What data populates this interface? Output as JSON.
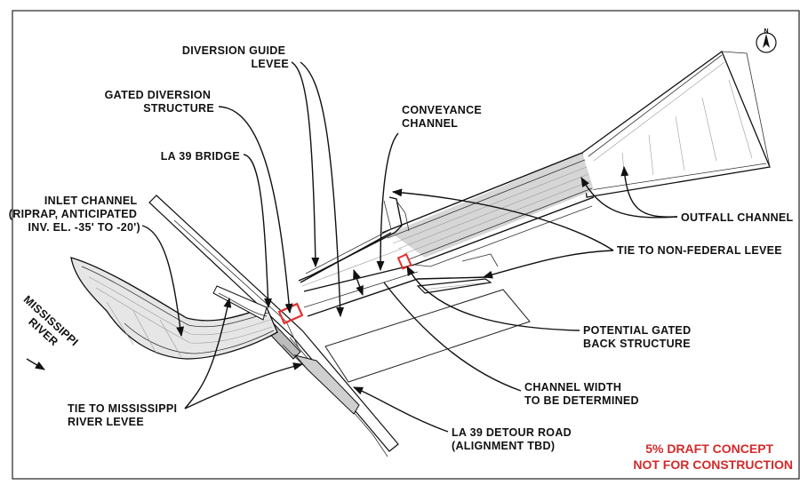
{
  "labels": {
    "diversion_guide_levee": [
      "DIVERSION GUIDE",
      "LEVEE"
    ],
    "gated_diversion_structure": [
      "GATED DIVERSION",
      "STRUCTURE"
    ],
    "la39_bridge": [
      "LA 39 BRIDGE"
    ],
    "conveyance_channel": [
      "CONVEYANCE",
      "CHANNEL"
    ],
    "inlet_channel": [
      "INLET CHANNEL",
      "(RIPRAP, ANTICIPATED",
      "INV. EL. -35' TO -20')"
    ],
    "outfall_channel": [
      "OUTFALL CHANNEL"
    ],
    "tie_non_federal": [
      "TIE TO NON-FEDERAL LEVEE"
    ],
    "potential_back_structure": [
      "POTENTIAL GATED",
      "BACK STRUCTURE"
    ],
    "channel_width": [
      "CHANNEL WIDTH",
      "TO BE DETERMINED"
    ],
    "tie_mississippi": [
      "TIE TO MISSISSIPPI",
      "RIVER LEVEE"
    ],
    "detour_road": [
      "LA 39 DETOUR ROAD",
      "(ALIGNMENT TBD)"
    ],
    "river": [
      "MISSISSIPPI",
      "RIVER"
    ]
  },
  "compass": {
    "letter": "N"
  },
  "draft_note": [
    "5% DRAFT CONCEPT",
    "NOT FOR CONSTRUCTION"
  ],
  "colors": {
    "line": "#111111",
    "draft_note": "#d42a2a",
    "structure_marker": "#e53030",
    "fill_gray": "#bdbdbd"
  }
}
